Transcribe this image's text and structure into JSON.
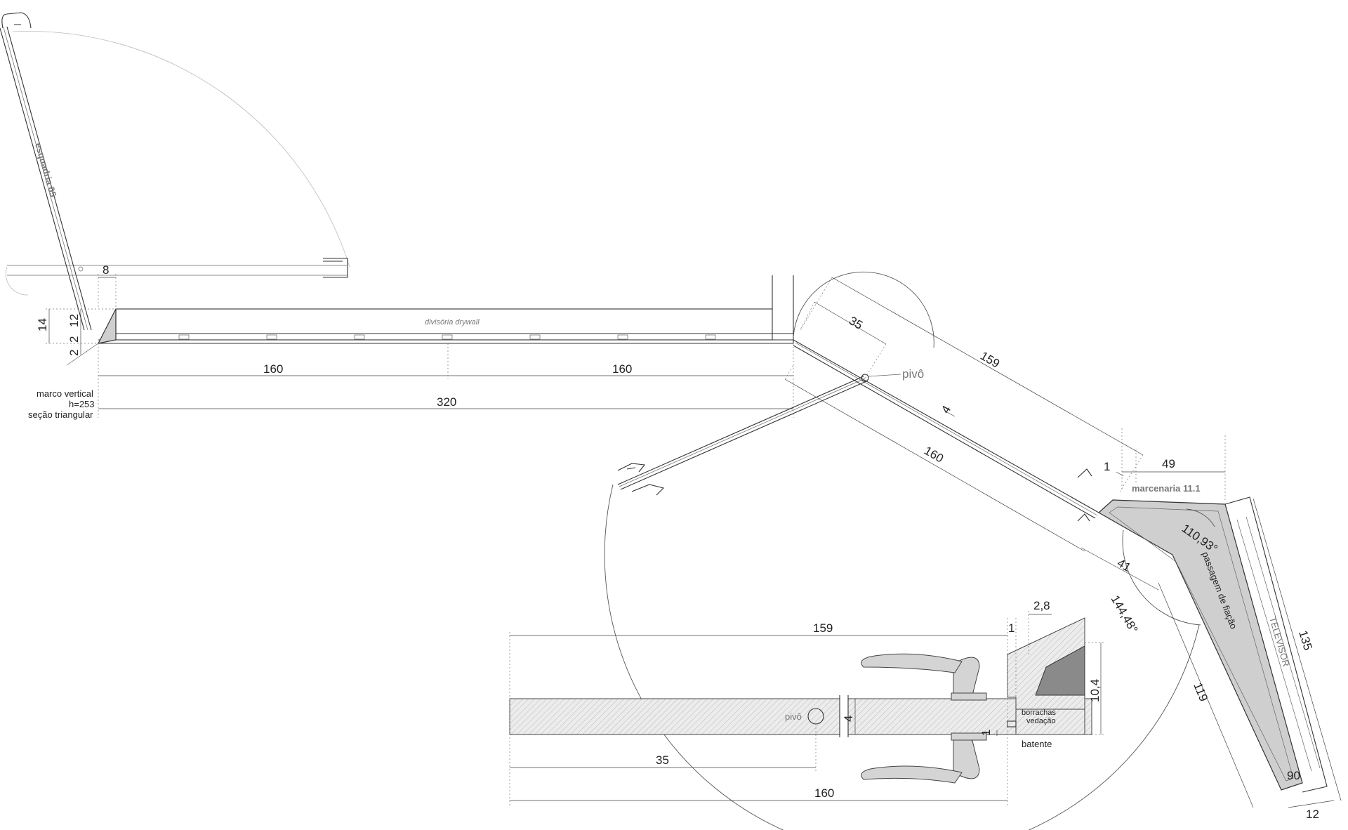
{
  "labels": {
    "frame_left": "esquadria 05",
    "drywall": "divisória drywall",
    "frame_note_1": "marco vertical",
    "frame_note_2": "h=253",
    "frame_note_3": "seção triangular",
    "pivot_main": "pivô",
    "pivot_detail": "pivô",
    "joinery": "marcenaria 11.1",
    "wiring": "passagem de fiação",
    "tv": "TELEVISOR",
    "seals_1": "borrachas",
    "seals_2": "vedação",
    "stop": "batente"
  },
  "dimensions": {
    "d8": "8",
    "d14": "14",
    "d12": "12",
    "d2a": "2",
    "d2b": "2",
    "d160a": "160",
    "d160b": "160",
    "d320": "320",
    "d35": "35",
    "d159": "159",
    "d4": "4",
    "d160c": "160",
    "d1": "1",
    "d49": "49",
    "d41": "41",
    "d119": "119",
    "d135": "135",
    "d12b": "12",
    "d90": "90",
    "angle1": "110,93°",
    "angle2": "144,48°",
    "det_159": "159",
    "det_1a": "1",
    "det_28": "2,8",
    "det_104": "10,4",
    "det_4": "4",
    "det_1b": "1",
    "det_35": "35",
    "det_160": "160"
  }
}
